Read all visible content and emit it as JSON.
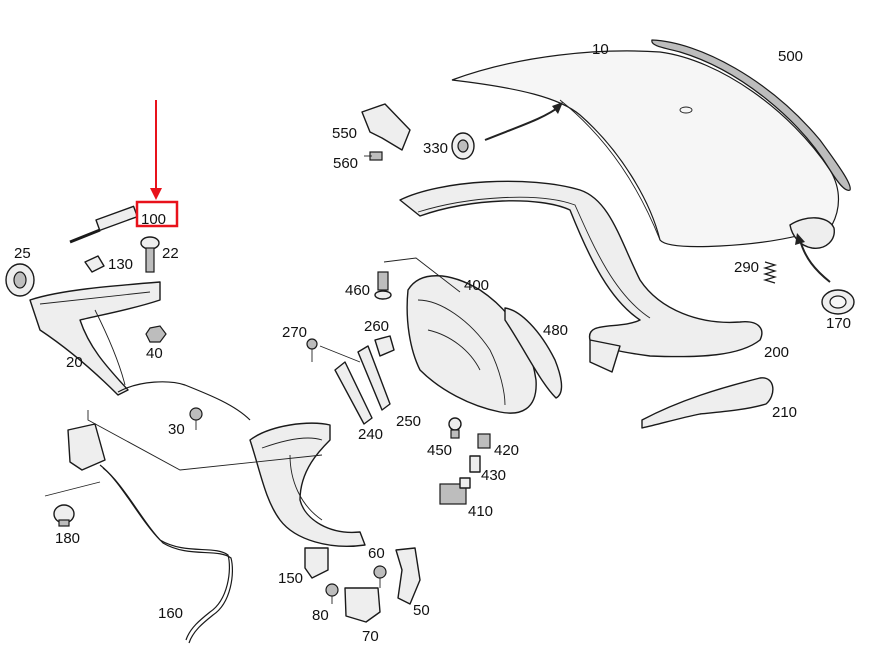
{
  "labels": {
    "p10": "10",
    "p20": "20",
    "p22": "22",
    "p25": "25",
    "p30": "30",
    "p40": "40",
    "p50": "50",
    "p60": "60",
    "p70": "70",
    "p80": "80",
    "p100": "100",
    "p130": "130",
    "p150": "150",
    "p160": "160",
    "p170": "170",
    "p180": "180",
    "p200": "200",
    "p210": "210",
    "p240": "240",
    "p250": "250",
    "p260": "260",
    "p270": "270",
    "p290": "290",
    "p330": "330",
    "p400": "400",
    "p410": "410",
    "p420": "420",
    "p430": "430",
    "p450": "450",
    "p460": "460",
    "p480": "480",
    "p500": "500",
    "p550": "550",
    "p560": "560"
  },
  "highlight": {
    "part": "100",
    "color": "#e8121b"
  },
  "colors": {
    "line": "#1a1a1a",
    "fill": "#eeeeee"
  }
}
